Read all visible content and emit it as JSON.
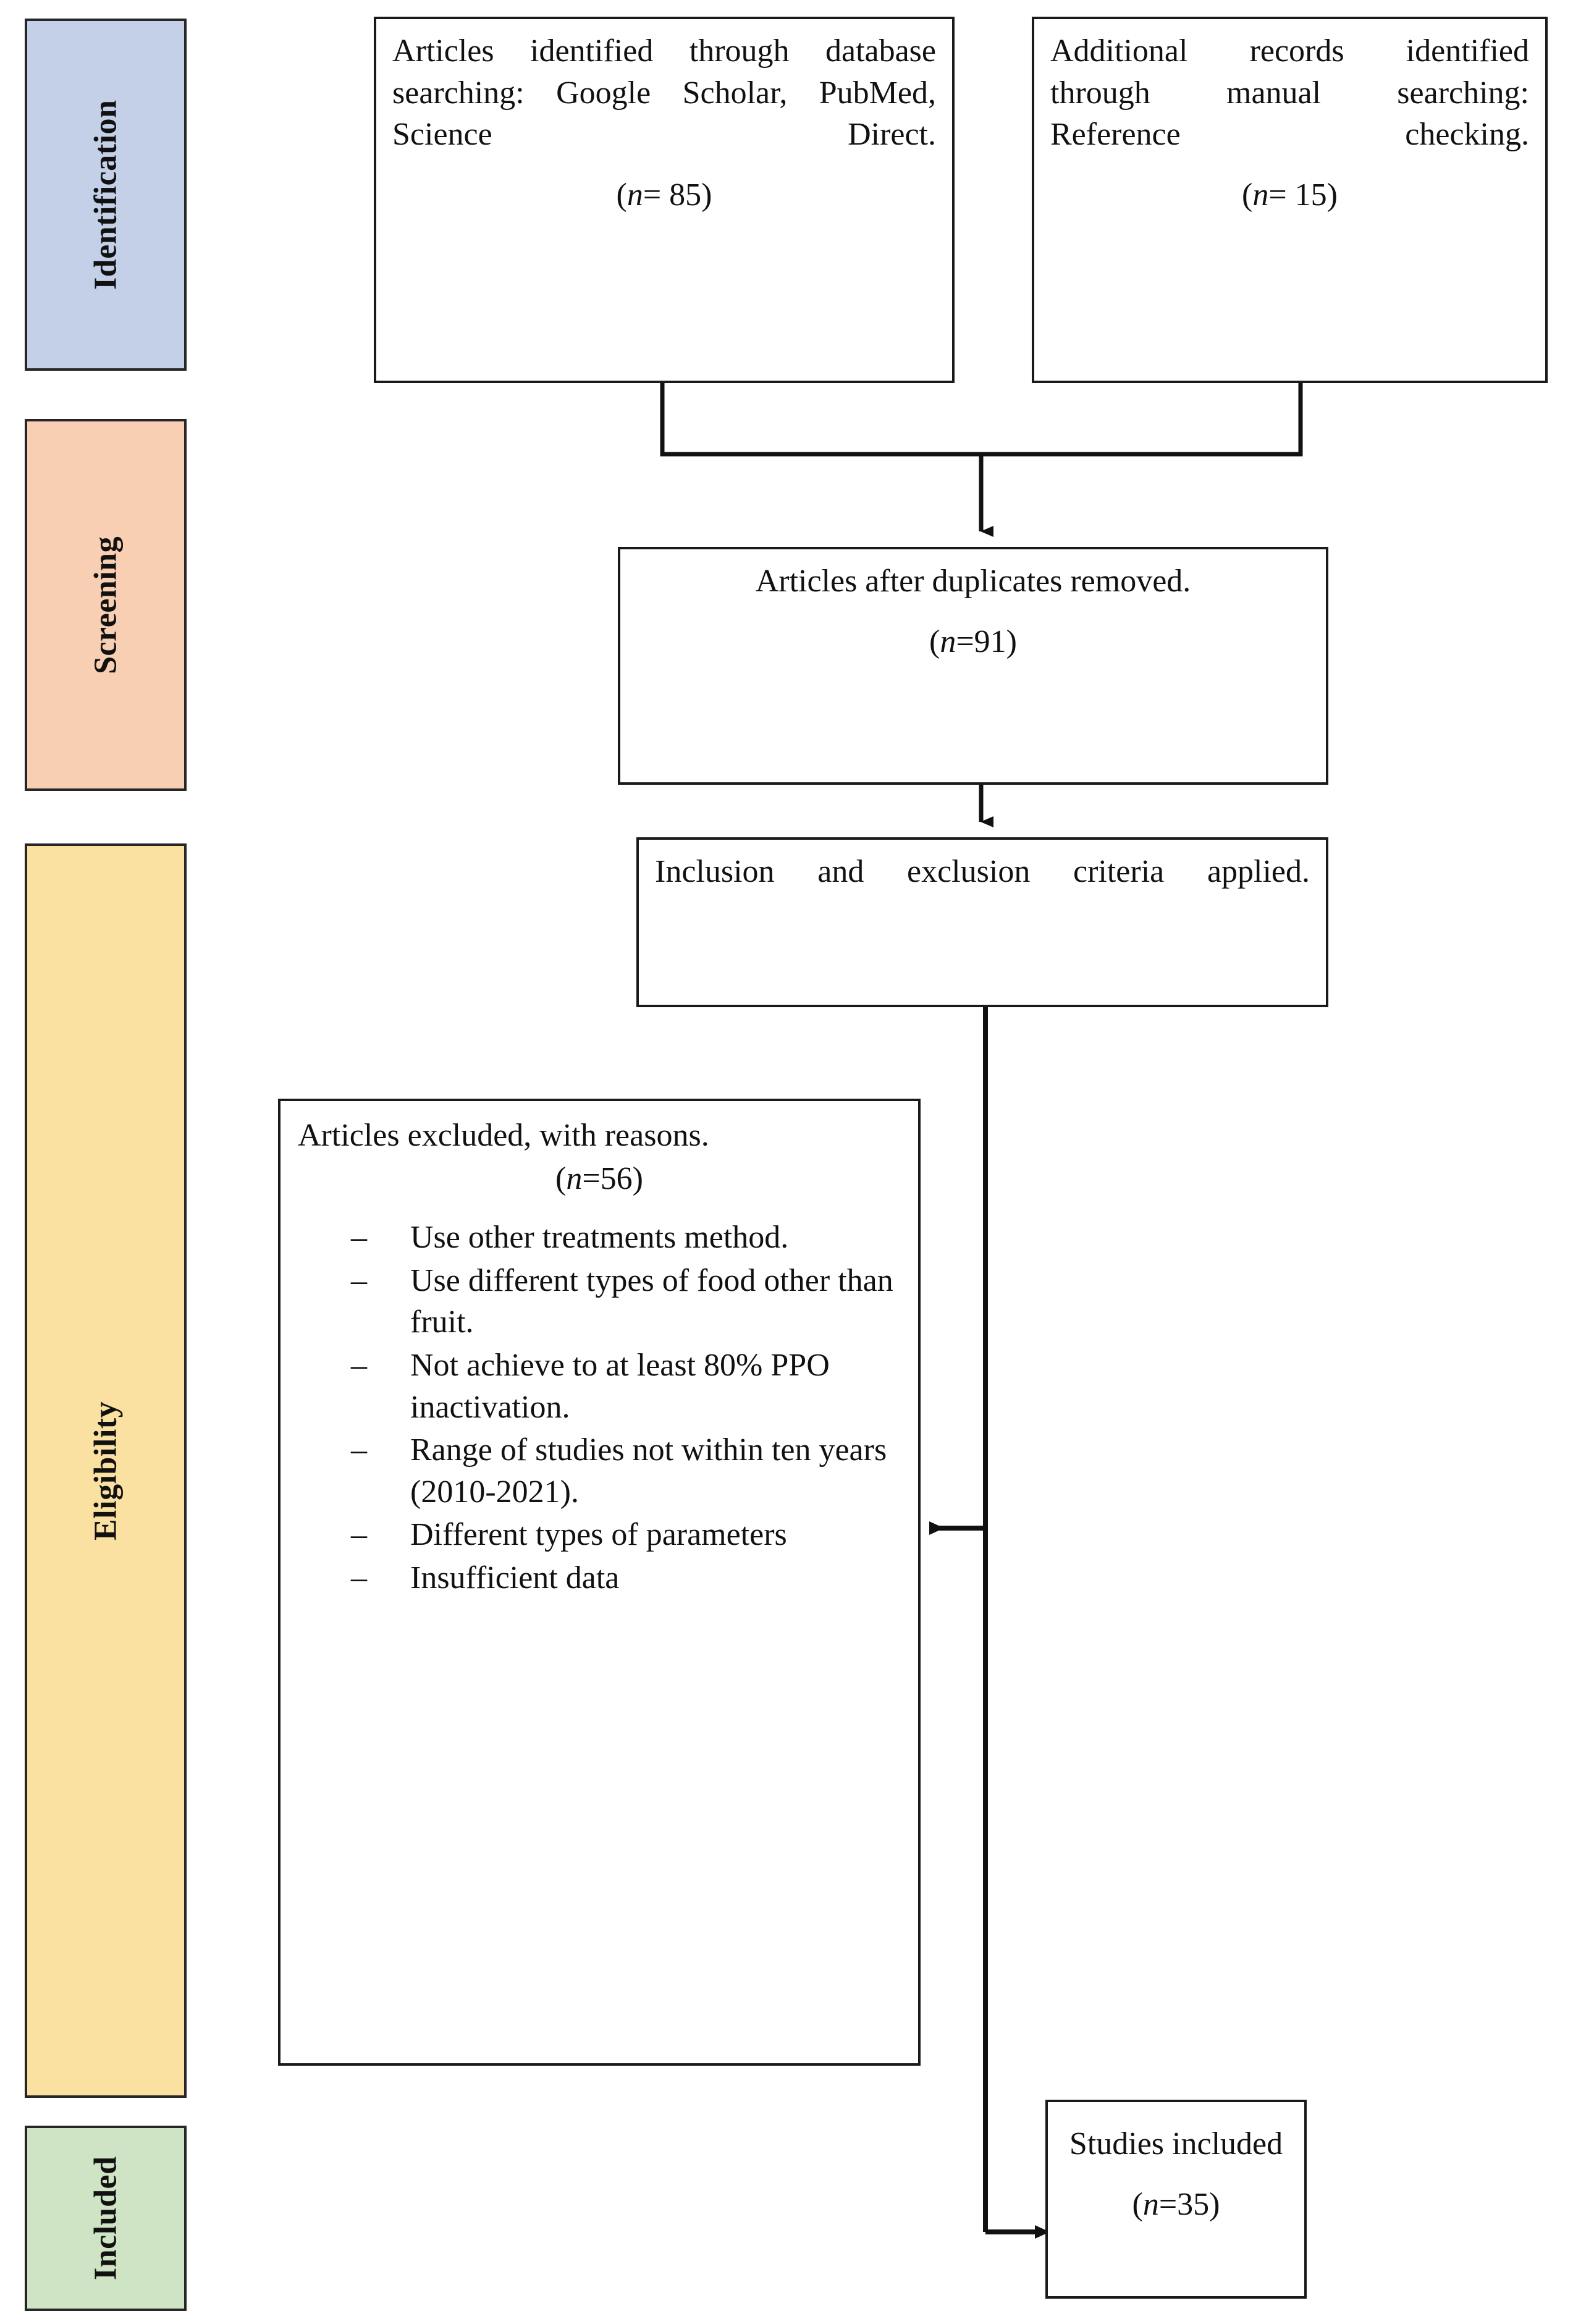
{
  "diagram": {
    "title": "PRISMA study selection flow diagram",
    "stages": [
      {
        "key": "identification",
        "label": "Identification",
        "color": "#c4d0e8"
      },
      {
        "key": "screening",
        "label": "Screening",
        "color": "#f8cfb2"
      },
      {
        "key": "eligibility",
        "label": "Eligibility",
        "color": "#fbe1a1"
      },
      {
        "key": "included",
        "label": "Included",
        "color": "#cfe4c5"
      }
    ],
    "nodes": {
      "database_search": {
        "text": "Articles identified through database searching: Google Scholar, PubMed, Science Direct.",
        "count": "(n= 85)"
      },
      "manual_search": {
        "text": "Additional records identified through manual searching: Reference checking.",
        "count": "(n= 15)"
      },
      "duplicates_removed": {
        "text": "Articles after duplicates removed.",
        "count": "(n=91)"
      },
      "criteria_applied": {
        "text": "Inclusion and exclusion criteria applied."
      },
      "articles_excluded": {
        "text": "Articles excluded, with reasons.",
        "count": "(n=56)",
        "bullet": "–",
        "reasons": [
          "Use other treatments method.",
          "Use different types of food other than fruit.",
          "Not achieve to at least 80% PPO inactivation.",
          "Range of studies not within ten years (2010-2021).",
          "Different types of parameters",
          "Insufficient data"
        ]
      },
      "studies_included": {
        "text": "Studies included",
        "count": "(n=35)"
      }
    }
  }
}
